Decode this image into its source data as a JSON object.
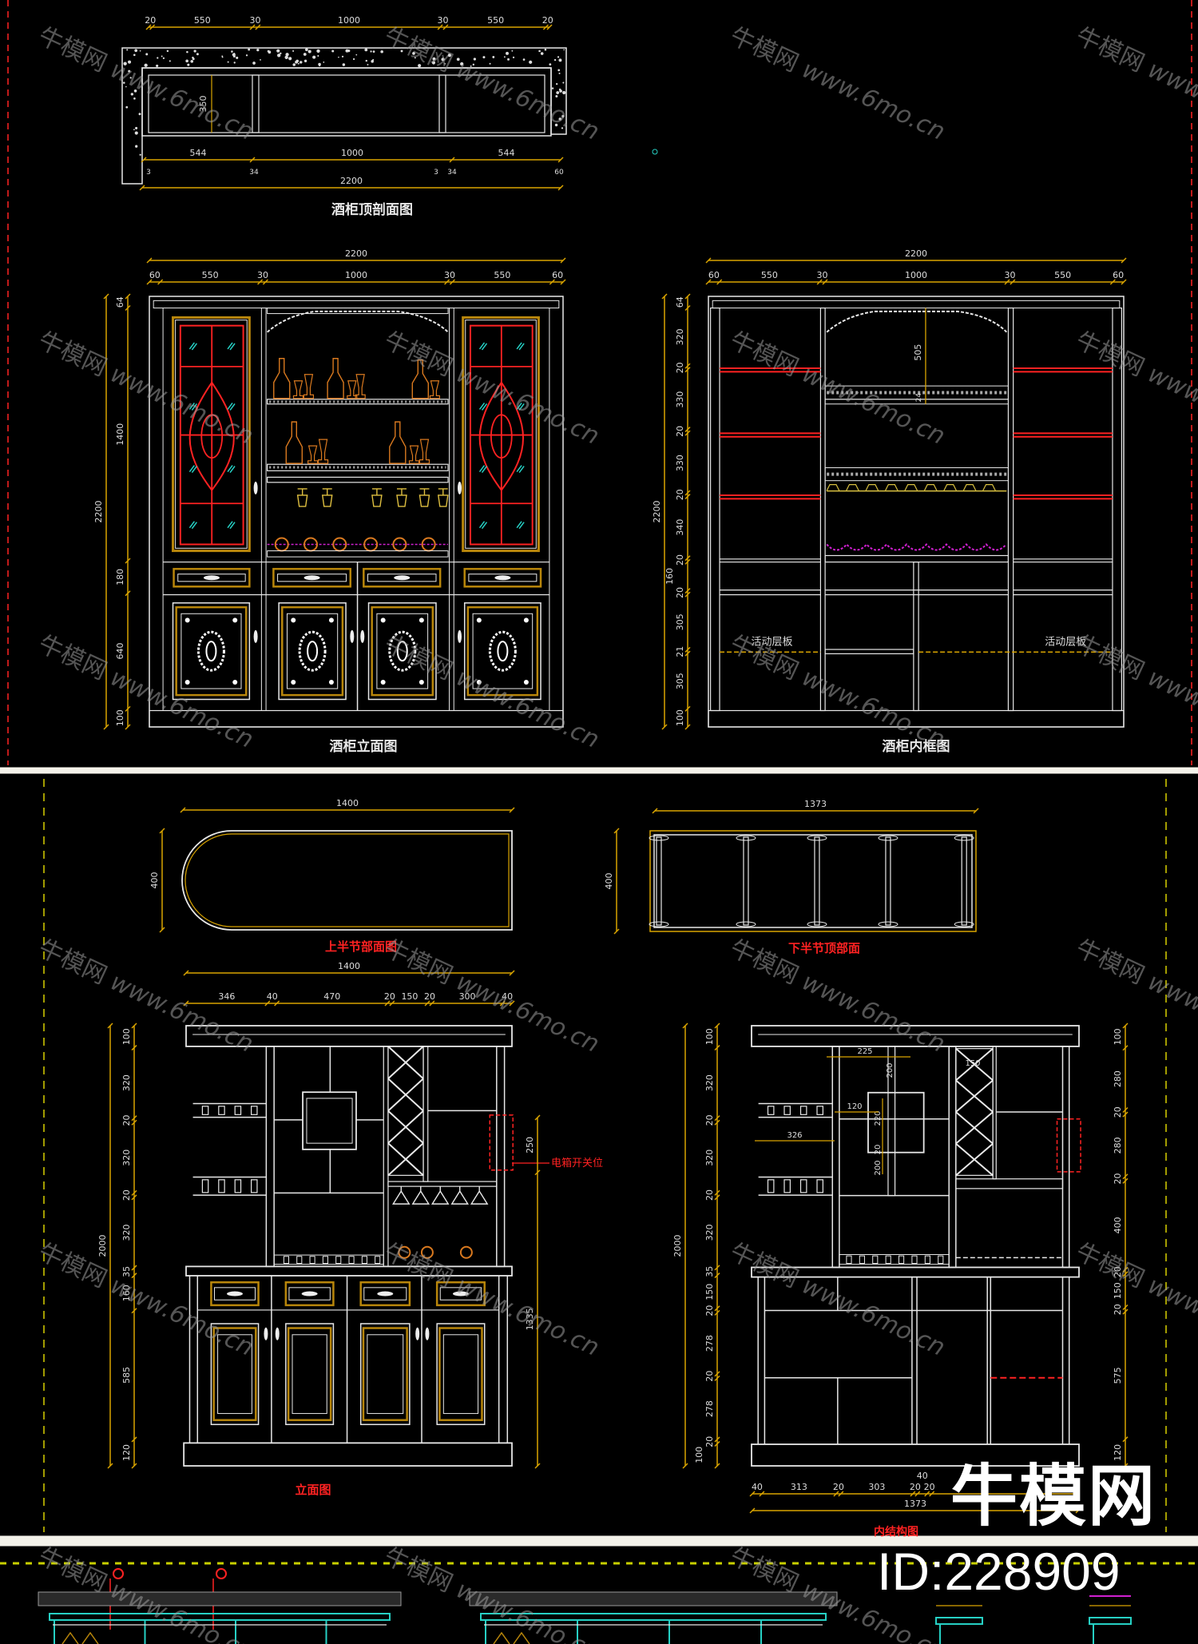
{
  "watermark": {
    "brand": "牛模网",
    "url": "www.6mo.cn",
    "id": "ID:228909"
  },
  "top_section": {
    "top_plan": {
      "title": "酒柜顶剖面图",
      "dims_top": [
        "20",
        "550",
        "30",
        "1000",
        "30",
        "550",
        "20"
      ],
      "dims_bottom": [
        "544",
        "1000",
        "544"
      ],
      "small_labels": [
        "3",
        "34",
        "3",
        "34",
        "60"
      ],
      "total": "2200",
      "depth": "350"
    },
    "front_elevation": {
      "title": "酒柜立面图",
      "total_width": "2200",
      "dims_top": [
        "60",
        "550",
        "30",
        "1000",
        "30",
        "550",
        "60"
      ],
      "total_height": "2200",
      "dims_left": [
        "64",
        "1400",
        "180",
        "640",
        "100"
      ]
    },
    "interior_elevation": {
      "title": "酒柜内框图",
      "total_width": "2200",
      "dims_top": [
        "60",
        "550",
        "30",
        "1000",
        "30",
        "550",
        "60"
      ],
      "total_height": "2200",
      "dims_left": [
        "64",
        "320",
        "20",
        "330",
        "20",
        "330",
        "20",
        "340",
        "20",
        "160",
        "20",
        "305",
        "21",
        "305",
        "100"
      ],
      "inner_dims": [
        "505",
        "24"
      ],
      "shelf_label": "活动层板"
    }
  },
  "bottom_section": {
    "upper_plan": {
      "title": "上半节部面图",
      "width": "1400",
      "depth": "400"
    },
    "lower_plan": {
      "title": "下半节顶部面",
      "width": "1373",
      "depth": "400"
    },
    "elevation": {
      "title": "立面图",
      "total_width": "1400",
      "dims_top": [
        "346",
        "40",
        "470",
        "20",
        "150",
        "20",
        "300",
        "40"
      ],
      "total_height": "2000",
      "dims_left": [
        "100",
        "320",
        "20",
        "320",
        "20",
        "320",
        "35",
        "160",
        "585",
        "120"
      ],
      "dims_right": [
        "250",
        "1335"
      ],
      "switch_label": "电箱开关位"
    },
    "structure": {
      "title": "内结构图",
      "total_height": "2000",
      "dims_left": [
        "100",
        "320",
        "20",
        "320",
        "20",
        "320",
        "35",
        "150",
        "20",
        "278",
        "20",
        "278",
        "20",
        "100"
      ],
      "dims_right": [
        "100",
        "280",
        "20",
        "280",
        "20",
        "400",
        "20",
        "150",
        "20",
        "575",
        "120"
      ],
      "dims_bottom": [
        "40",
        "313",
        "20",
        "303",
        "20",
        "40",
        "20"
      ],
      "total_width": "1373",
      "inner_dims": [
        "225",
        "200",
        "150",
        "120",
        "220",
        "20",
        "200",
        "326"
      ]
    }
  },
  "colors": {
    "background": "#000000",
    "line": "#e8e8e8",
    "dimension": "#d9a400",
    "accent_red": "#ff2222",
    "glass_cyan": "#26d0c4",
    "gold": "#b8860b",
    "orange": "#d9791f",
    "magenta": "#d020d0"
  }
}
